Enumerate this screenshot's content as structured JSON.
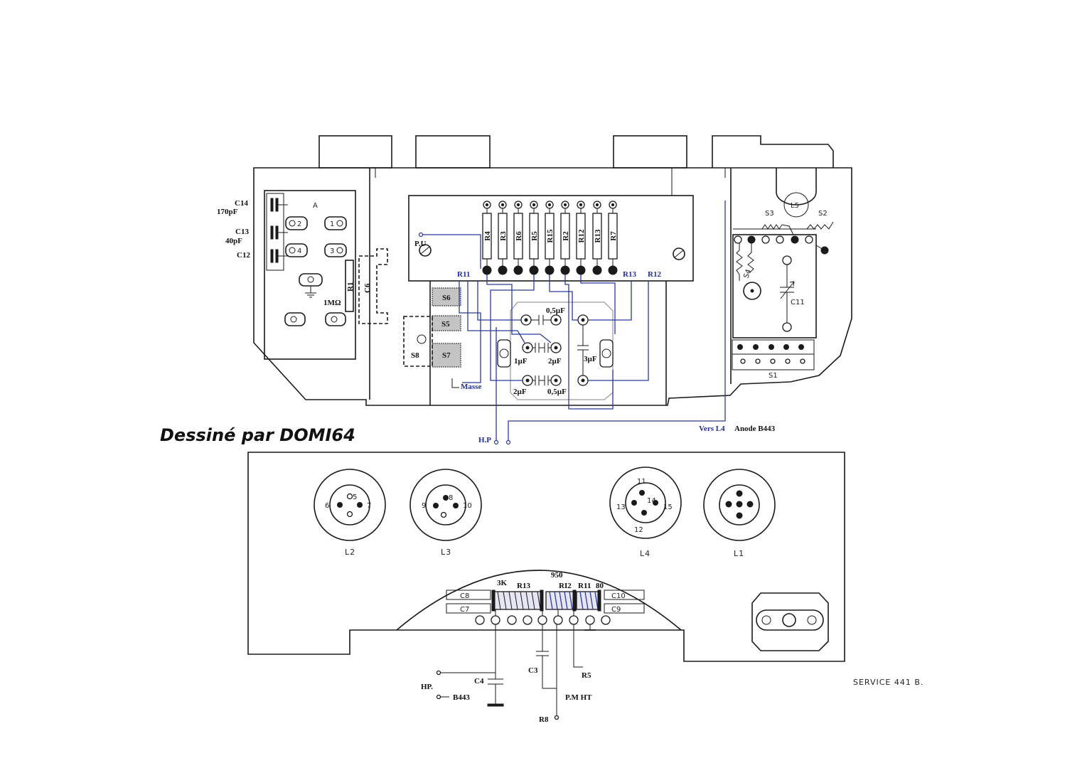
{
  "signature": "Dessiné par DOMI64",
  "service_ref": "SERVICE 441 B.",
  "top_view": {
    "left_labels": {
      "c14": "C14",
      "c14_value": "170pF",
      "c13": "C13",
      "c13_value": "40pF",
      "c12": "C12"
    },
    "box_a": {
      "label": "A",
      "pins": [
        "2",
        "1",
        "4",
        "3"
      ],
      "resistor": "1MΩ"
    },
    "r1": "R1",
    "c6": "C6",
    "switches": {
      "s6": "S6",
      "s5": "S5",
      "s7": "S7",
      "s8": "S8"
    },
    "plate": {
      "pu": "P.U",
      "resistors": [
        "R4",
        "R3",
        "R6",
        "R5",
        "R15",
        "R2",
        "R12",
        "R13",
        "R7"
      ]
    },
    "wiring_labels": {
      "r11": "R11",
      "r13": "R13",
      "r12": "R12",
      "masse": "Masse",
      "hp": "H.P",
      "vers_l4": "Vers L4",
      "anode": "Anode B443"
    },
    "capacitor_board": {
      "top": "0,5µF",
      "middle_left": "1µF",
      "middle_right": "2µF",
      "vertical": "3µF",
      "bottom_left": "2µF",
      "bottom_right": "0,5µF"
    },
    "right_section": {
      "l5": "L5",
      "s3": "S3",
      "s2": "S2",
      "s4": "S4",
      "c11": "C11",
      "s1": "S1"
    }
  },
  "bottom_view": {
    "sockets": [
      {
        "name": "L2",
        "pins": [
          "5",
          "6",
          "7"
        ]
      },
      {
        "name": "L3",
        "pins": [
          "8",
          "9",
          "10"
        ]
      },
      {
        "name": "L4",
        "pins": [
          "11",
          "14",
          "13",
          "15",
          "12"
        ]
      },
      {
        "name": "L1",
        "pins": []
      }
    ],
    "capacitors": {
      "c8": "C8",
      "c7": "C7",
      "c10": "C10",
      "c9": "C9"
    },
    "resistor_values": {
      "r13_value": "3K",
      "r13": "R13",
      "r12_value": "950",
      "r12": "RI2",
      "r11": "R11",
      "r11_value": "80"
    },
    "leads": {
      "c4": "C4",
      "hp": "HP.",
      "b443": "B443",
      "c3": "C3",
      "pm_ht": "P.M HT",
      "r5": "R5",
      "r8": "R8"
    }
  },
  "colors": {
    "ink": "#1a1a1a",
    "annotation_blue": "#23309a",
    "paper": "#ffffff"
  }
}
